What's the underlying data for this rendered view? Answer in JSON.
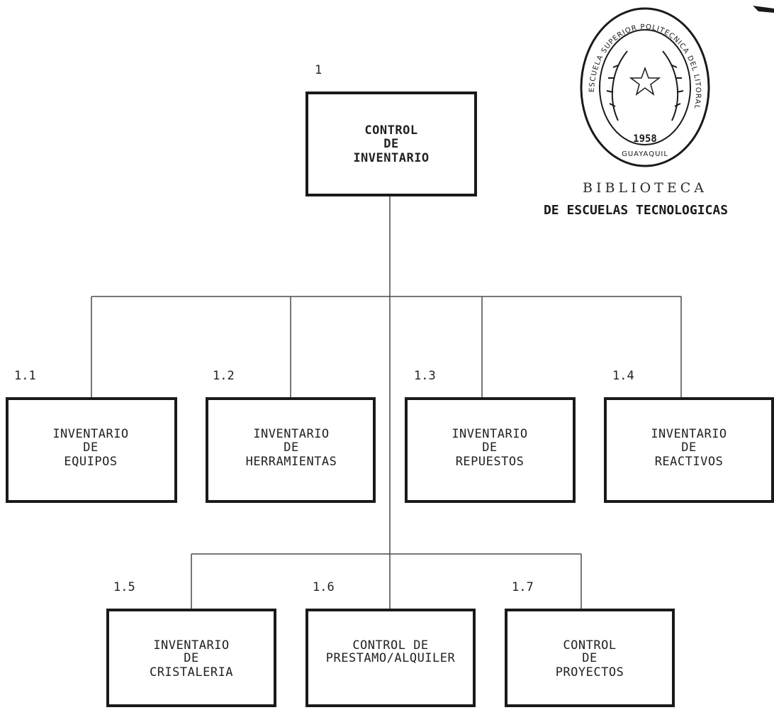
{
  "diagram": {
    "root": {
      "number": "1",
      "lines": [
        "CONTROL",
        "DE",
        "INVENTARIO"
      ]
    },
    "level1": [
      {
        "number": "1.1",
        "lines": [
          "INVENTARIO",
          "DE",
          "EQUIPOS"
        ]
      },
      {
        "number": "1.2",
        "lines": [
          "INVENTARIO",
          "DE",
          "HERRAMIENTAS"
        ]
      },
      {
        "number": "1.3",
        "lines": [
          "INVENTARIO",
          "DE",
          "REPUESTOS"
        ]
      },
      {
        "number": "1.4",
        "lines": [
          "INVENTARIO",
          "DE",
          "REACTIVOS"
        ]
      }
    ],
    "level2": [
      {
        "number": "1.5",
        "lines": [
          "INVENTARIO",
          "DE",
          "CRISTALERIA"
        ]
      },
      {
        "number": "1.6",
        "lines": [
          "CONTROL DE",
          "PRESTAMO/ALQUILER"
        ]
      },
      {
        "number": "1.7",
        "lines": [
          "CONTROL",
          "DE",
          "PROYECTOS"
        ]
      }
    ]
  },
  "seal": {
    "ring_text": "ESCUELA SUPERIOR POLITECNICA DEL LITORAL",
    "city": "GUAYAQUIL",
    "year": "1958"
  },
  "stamp": {
    "line1": "BIBLIOTECA",
    "line2": "DE ESCUELAS TECNOLOGICAS"
  }
}
